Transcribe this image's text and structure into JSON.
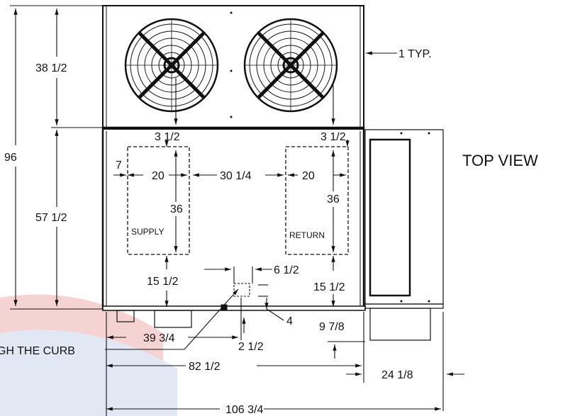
{
  "view_title": "TOP VIEW",
  "panels": {
    "supply": "SUPPLY",
    "return": "RETURN"
  },
  "dimensions": {
    "overall_depth": "96",
    "fan_section": "38 1/2",
    "lower_section": "57 1/2",
    "wall_typ": "1 TYP.",
    "supply_top": "3 1/2",
    "return_top": "3 1/2",
    "left_offset": "7",
    "supply_width": "20",
    "between_openings": "30 1/4",
    "return_width": "20",
    "supply_length": "36",
    "return_length": "36",
    "supply_bottom": "15 1/2",
    "return_bottom": "15 1/2",
    "pipe_spacing": "6 1/2",
    "pipe_offset": "4",
    "right_curb": "9 7/8",
    "pipe_x": "39 3/4",
    "pipe_y": "2 1/2",
    "curb_length": "82 1/2",
    "side_unit": "24 1/8",
    "overall_length": "106 3/4"
  },
  "callout": "GH THE CURB",
  "colors": {
    "line": "#111111",
    "watermark_red": "#f3c7c7",
    "watermark_blue": "#dfe6f3"
  }
}
